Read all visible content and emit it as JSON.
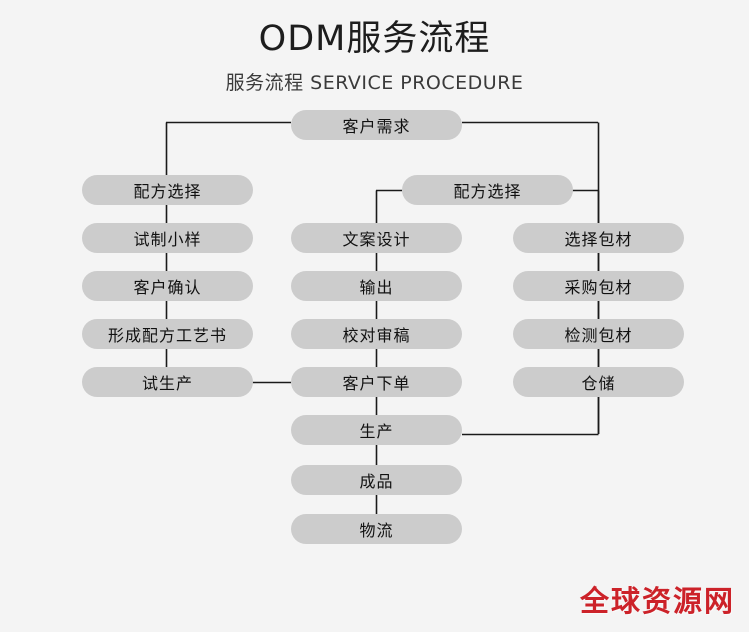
{
  "header": {
    "title_main": "ODM服务流程",
    "title_sub": "服务流程 SERVICE PROCEDURE"
  },
  "colors": {
    "background": "#f4f4f4",
    "node_fill": "#cccccc",
    "node_text": "#111111",
    "connector": "#1a1a1a",
    "watermark": "#cc2229"
  },
  "flow": {
    "root": {
      "label": "客户需求"
    },
    "branch_left_head": {
      "label": "配方选择"
    },
    "branch_right_head": {
      "label": "配方选择"
    },
    "column_left": [
      {
        "label": "试制小样"
      },
      {
        "label": "客户确认"
      },
      {
        "label": "形成配方工艺书"
      },
      {
        "label": "试生产"
      }
    ],
    "column_middle": [
      {
        "label": "文案设计"
      },
      {
        "label": "输出"
      },
      {
        "label": "校对审稿"
      },
      {
        "label": "客户下单"
      }
    ],
    "column_right": [
      {
        "label": "选择包材"
      },
      {
        "label": "采购包材"
      },
      {
        "label": "检测包材"
      },
      {
        "label": "仓储"
      }
    ],
    "tail": [
      {
        "label": "生产"
      },
      {
        "label": "成品"
      },
      {
        "label": "物流"
      }
    ]
  },
  "watermark": {
    "text": "全球资源网"
  }
}
